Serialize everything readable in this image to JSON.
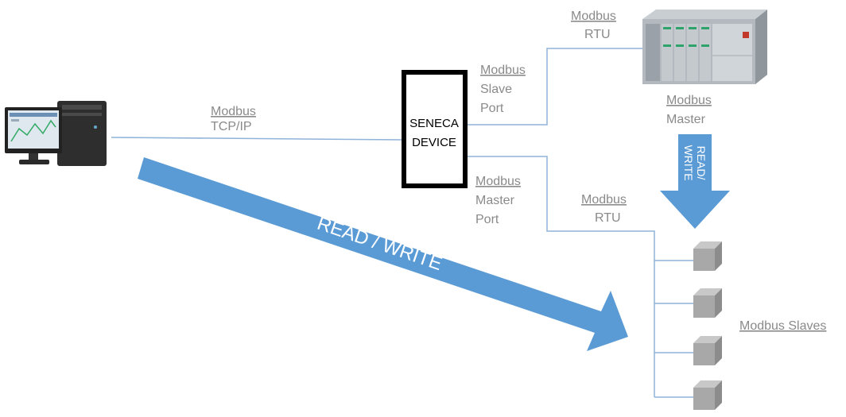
{
  "labels": {
    "tcpip_protocol": "Modbus",
    "tcpip_type": "TCP/IP",
    "slave_port_line1": "Modbus",
    "slave_port_line2": "Slave",
    "slave_port_line3": "Port",
    "master_port_line1": "Modbus",
    "master_port_line2": "Master",
    "master_port_line3": "Port",
    "rtu_top_line1": "Modbus",
    "rtu_top_line2": "RTU",
    "rtu_bottom_line1": "Modbus",
    "rtu_bottom_line2": "RTU",
    "plc_line1": "Modbus",
    "plc_line2": "Master",
    "slaves_label": "Modbus Slaves"
  },
  "device": {
    "line1": "SENECA",
    "line2": "DEVICE"
  },
  "arrows": {
    "main_label": "READ / WRITE",
    "vertical_line1": "READ/",
    "vertical_line2": "WRITE"
  },
  "colors": {
    "arrow_fill": "#5b9bd5",
    "line_color": "#8fb3d9",
    "label_color": "#8a8a8a",
    "spellcheck_underline": "#d22"
  },
  "icons": [
    "computer-icon",
    "plc-icon",
    "slave-device-icon"
  ]
}
